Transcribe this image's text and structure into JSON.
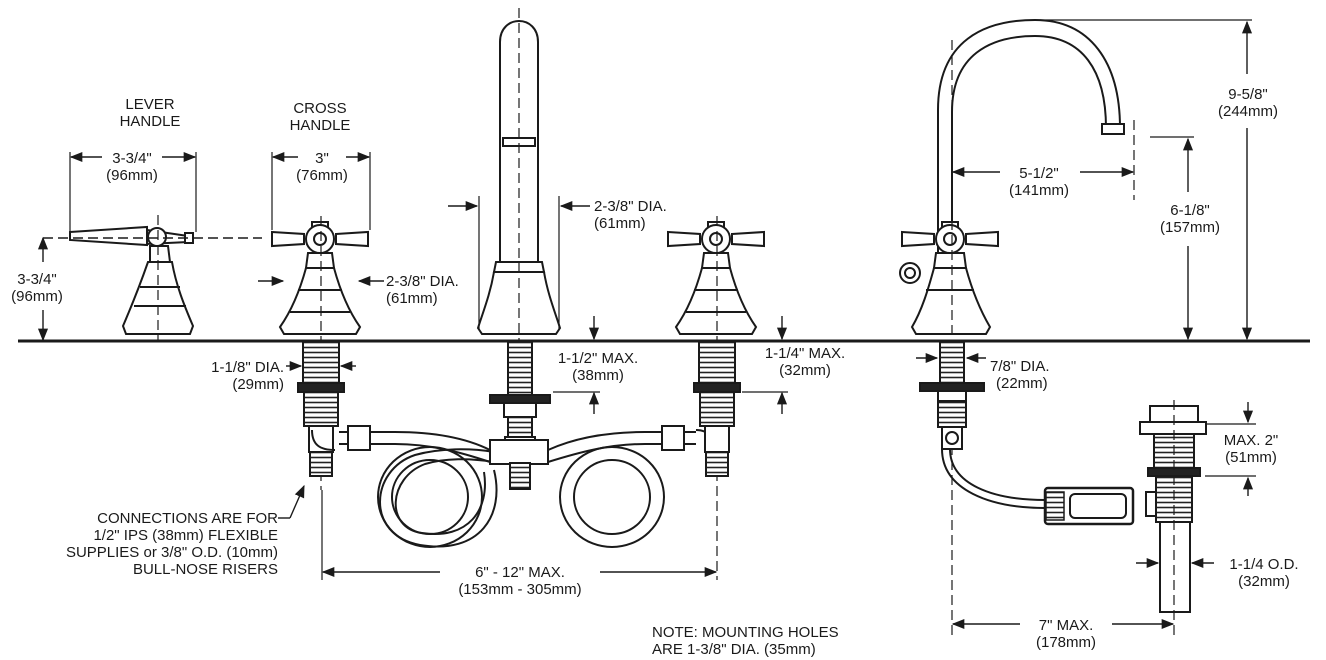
{
  "labels": {
    "lever_handle": {
      "line1": "LEVER",
      "line2": "HANDLE"
    },
    "cross_handle": {
      "line1": "CROSS",
      "line2": "HANDLE"
    },
    "lever_width": {
      "line1": "3-3/4\"",
      "line2": "(96mm)"
    },
    "cross_width": {
      "line1": "3\"",
      "line2": "(76mm)"
    },
    "lever_height": {
      "line1": "3-3/4\"",
      "line2": "(96mm)"
    },
    "handle_base_dia": {
      "line1": "2-3/8\" DIA.",
      "line2": "(61mm)"
    },
    "spout_base_dia": {
      "line1": "2-3/8\" DIA.",
      "line2": "(61mm)"
    },
    "shank_dia": {
      "line1": "1-1/8\" DIA.",
      "line2": "(29mm)"
    },
    "deck_max_center": {
      "line1": "1-1/2\" MAX.",
      "line2": "(38mm)"
    },
    "deck_max_right": {
      "line1": "1-1/4\" MAX.",
      "line2": "(32mm)"
    },
    "connections": {
      "line1": "CONNECTIONS ARE FOR",
      "line2": "1/2\" IPS (38mm) FLEXIBLE",
      "line3": "SUPPLIES or 3/8\" O.D. (10mm)",
      "line4": "BULL-NOSE RISERS"
    },
    "spread": {
      "line1": "6\" - 12\" MAX.",
      "line2": "(153mm - 305mm)"
    },
    "note": {
      "line1": "NOTE: MOUNTING HOLES",
      "line2": "ARE 1-3/8\" DIA. (35mm)"
    },
    "spout_reach": {
      "line1": "5-1/2\"",
      "line2": "(141mm)"
    },
    "spout_total_height": {
      "line1": "9-5/8\"",
      "line2": "(244mm)"
    },
    "spout_outlet_height": {
      "line1": "6-1/8\"",
      "line2": "(157mm)"
    },
    "side_shank_dia": {
      "line1": "7/8\" DIA.",
      "line2": "(22mm)"
    },
    "drain_max": {
      "line1": "MAX. 2\"",
      "line2": "(51mm)"
    },
    "drain_od": {
      "line1": "1-1/4 O.D.",
      "line2": "(32mm)"
    },
    "drain_offset": {
      "line1": "7\" MAX.",
      "line2": "(178mm)"
    }
  }
}
